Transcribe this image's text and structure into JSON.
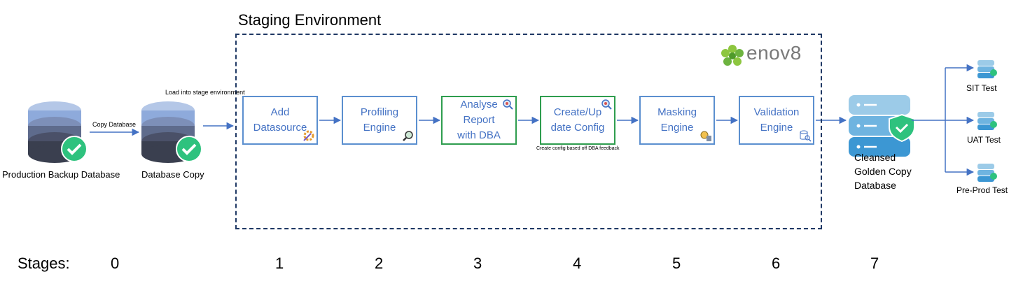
{
  "staging": {
    "title": "Staging Environment"
  },
  "brand": {
    "name": "enov8"
  },
  "sources": {
    "production": "Production Backup Database",
    "copy": "Database Copy",
    "copy_arrow": "Copy Database",
    "load_arrow": "Load into stage environment"
  },
  "steps": [
    {
      "label": "Add\nDatasource",
      "icon": "gear-wand-icon"
    },
    {
      "label": "Profiling\nEngine",
      "icon": "magnifier-icon"
    },
    {
      "label": "Analyse\nReport\nwith DBA",
      "icon": "search-icon"
    },
    {
      "label": "Create/Up\ndate Config",
      "icon": "search-icon"
    },
    {
      "label": "Masking\nEngine",
      "icon": "masking-gears-icon"
    },
    {
      "label": "Validation\nEngine",
      "icon": "database-search-icon"
    }
  ],
  "config_note": "Create config based off DBA feedback",
  "golden": {
    "label": "Cleansed\nGolden Copy\nDatabase"
  },
  "targets": [
    "SIT Test",
    "UAT Test",
    "Pre-Prod Test"
  ],
  "stages": {
    "label": "Stages:",
    "numbers": [
      "0",
      "1",
      "2",
      "3",
      "4",
      "5",
      "6",
      "7"
    ]
  },
  "colors": {
    "arrow": "#4472c4",
    "box_border": "#5b8fcf",
    "green_border": "#2e9d4e",
    "dash": "#1f3864",
    "check": "#2ec27e",
    "db_light": "#8eaadb",
    "db_mid": "#5e6b8c",
    "db_dark": "#3a3f4f"
  }
}
